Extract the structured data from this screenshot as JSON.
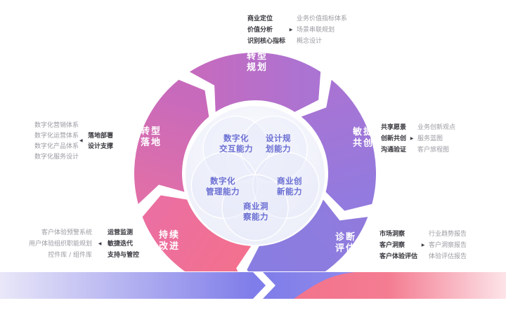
{
  "ring": {
    "segments": [
      {
        "name": "transform-planning",
        "line1": "转型",
        "line2": "规划",
        "angle": 90,
        "color_start": "#c56bbf",
        "color_end": "#ab73d2"
      },
      {
        "name": "agile-cocreation",
        "line1": "敏捷",
        "line2": "共创",
        "angle": 18,
        "color_start": "#a874d4",
        "color_end": "#937ade"
      },
      {
        "name": "diagnosis-evaluation",
        "line1": "诊断",
        "line2": "评估",
        "angle": -54,
        "color_start": "#907bdd",
        "color_end": "#897de2"
      },
      {
        "name": "continuous-improvement",
        "line1": "持续",
        "line2": "改进",
        "angle": -126,
        "color_start": "#f4708c",
        "color_end": "#eb6fa0"
      },
      {
        "name": "transform-landing",
        "line1": "转型",
        "line2": "落地",
        "angle": 162,
        "color_start": "#e06fa8",
        "color_end": "#c86abc"
      }
    ]
  },
  "venn": {
    "text_color": "#6a6ed2",
    "labels": [
      {
        "name": "digital-interaction-capability",
        "line1": "数字化",
        "line2": "交互能力"
      },
      {
        "name": "design-planning-capability",
        "line1": "设计规",
        "line2": "划能力"
      },
      {
        "name": "digital-management-capability",
        "line1": "数字化",
        "line2": "管理能力"
      },
      {
        "name": "business-innovation-capability",
        "line1": "商业创",
        "line2": "新能力"
      },
      {
        "name": "business-insight-capability",
        "line1": "商业洞",
        "line2": "察能力"
      }
    ]
  },
  "annotations": {
    "top": {
      "arrow": "▶",
      "rows": [
        {
          "left": "商业定位",
          "right": "业务价值指标体系"
        },
        {
          "left": "价值分析",
          "right": "场景串联规划"
        },
        {
          "left": "识别核心指标",
          "right": "概念设计"
        }
      ]
    },
    "right": {
      "arrow": "▶",
      "rows": [
        {
          "left": "共享愿景",
          "right": "业务创新观点"
        },
        {
          "left": "创新共创",
          "right": "服务蓝图"
        },
        {
          "left": "沟通验证",
          "right": "客户旅程图"
        }
      ]
    },
    "bottom_right": {
      "arrow": "▶",
      "rows": [
        {
          "left": "市场洞察",
          "right": "行业趋势报告"
        },
        {
          "left": "客户洞察",
          "right": "客户洞察报告"
        },
        {
          "left": "客户体验评估",
          "right": "体验评估报告"
        }
      ]
    },
    "bottom_left": {
      "arrow": "◀",
      "rows": [
        {
          "left": "客户体验预警系统",
          "right": "运营监测"
        },
        {
          "left": "用户体验组织职能规划",
          "right": "敏捷迭代"
        },
        {
          "left": "控件库 / 组件库",
          "right": "支持与管控"
        }
      ]
    },
    "left": {
      "arrow": "◀",
      "gray": [
        "数字化营销体系",
        "数字化运营体系",
        "数字化产品体系",
        "数字化服务设计"
      ],
      "bold": [
        "落地部署",
        "设计支撑"
      ]
    }
  },
  "banner": {
    "left_gradient": [
      "#e9e7f8",
      "#7f7de9"
    ],
    "right_base_gradient": [
      "#7f7de9",
      "#a99df0"
    ],
    "pink_gradient": [
      "#f2728c",
      "#f47d92",
      "#fce4e8"
    ],
    "chevron_color": "#ffffff"
  }
}
